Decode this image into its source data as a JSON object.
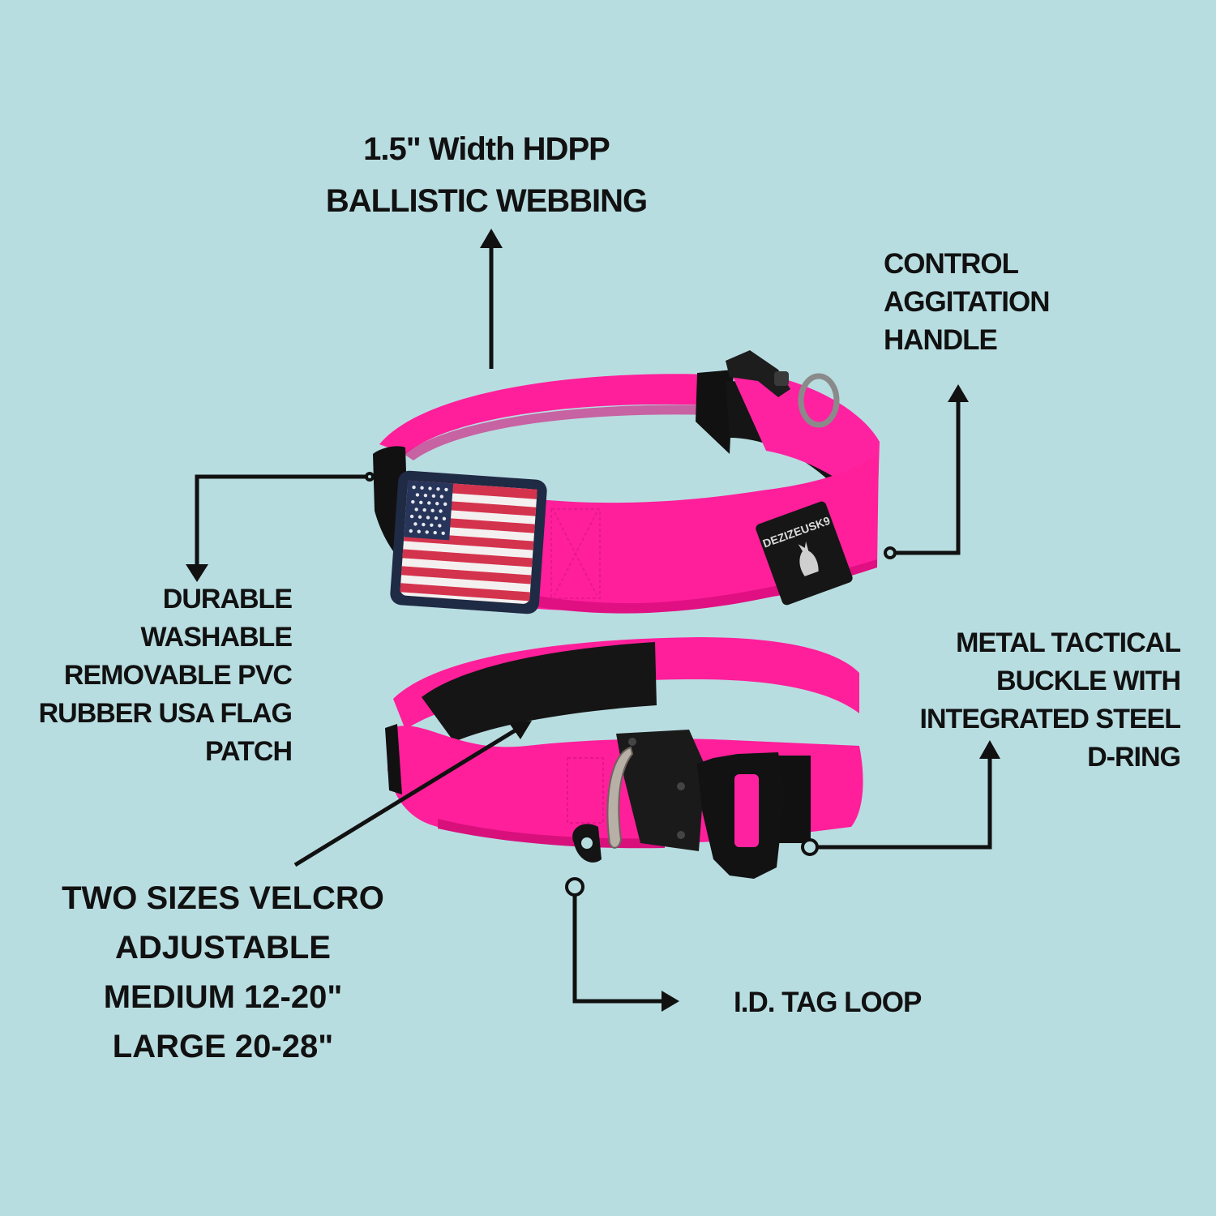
{
  "background_color": "#b8dde1",
  "accent_color": "#ff1493",
  "annotations": {
    "webbing": [
      "1.5\" Width HDPP",
      "BALLISTIC WEBBING"
    ],
    "handle": [
      "CONTROL",
      "AGGITATION",
      "HANDLE"
    ],
    "patch": [
      "DURABLE",
      "WASHABLE",
      "REMOVABLE PVC",
      "RUBBER USA FLAG",
      "PATCH"
    ],
    "buckle": [
      "METAL TACTICAL",
      "BUCKLE WITH",
      "INTEGRATED STEEL",
      "D-RING"
    ],
    "sizes": [
      "TWO SIZES VELCRO",
      "ADJUSTABLE",
      "MEDIUM 12-20\"",
      "LARGE 20-28\""
    ],
    "tag_loop": "I.D. TAG LOOP"
  },
  "brand_tag": {
    "text": "DEZIZEUSK9",
    "icon": "cat-silhouette-icon"
  },
  "icons": [
    "arrow-up-icon",
    "arrow-down-icon",
    "arrow-right-icon",
    "usa-flag-patch-icon",
    "d-ring-icon",
    "tactical-buckle-icon"
  ]
}
